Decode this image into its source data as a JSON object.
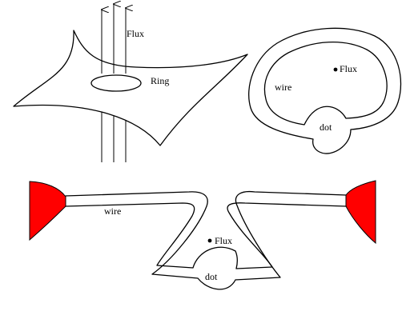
{
  "diagram": {
    "panel_a": {
      "flux_label": "Flux",
      "ring_label": "Ring"
    },
    "panel_b": {
      "flux_label": "Flux",
      "wire_label": "wire",
      "dot_label": "dot"
    },
    "panel_c": {
      "flux_label": "Flux",
      "wire_label": "wire",
      "dot_label": "dot",
      "lead_color": "#ff0000"
    }
  }
}
